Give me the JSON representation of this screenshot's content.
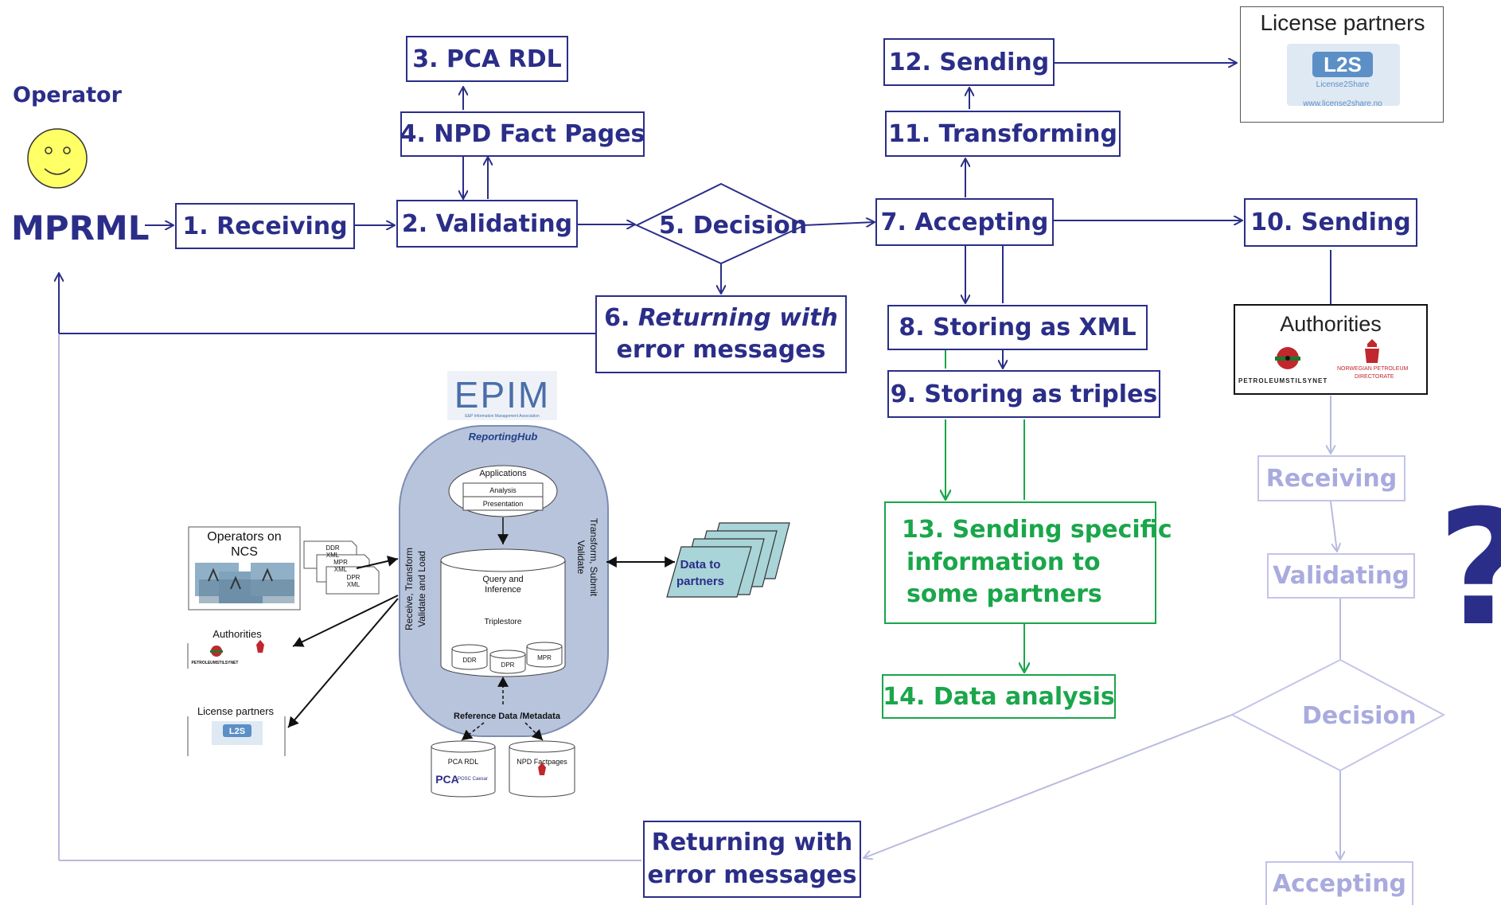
{
  "operator": {
    "label": "Operator",
    "format": "MPRML"
  },
  "steps": {
    "s1": "1. Receiving",
    "s2": "2. Validating",
    "s3": "3. PCA RDL",
    "s4": "4. NPD Fact Pages",
    "s5": "5. Decision",
    "s6_num": "6.",
    "s6_italic": "Returning with",
    "s6_line2": "error messages",
    "s7": "7. Accepting",
    "s8": "8. Storing as XML",
    "s9": "9. Storing as triples",
    "s10": "10. Sending",
    "s11": "11. Transforming",
    "s12": "12. Sending",
    "s13_line1": "13. Sending specific",
    "s13_line2": "information to",
    "s13_line3": "some partners",
    "s14": "14. Data analysis"
  },
  "license_partners": {
    "title": "License partners",
    "logo_text": "L2S",
    "logo_sub": "License2Share",
    "logo_url": "www.license2share.no"
  },
  "authorities": {
    "title": "Authorities",
    "left_logo": "PETROLEUMSTILSYNET",
    "right_logo_line1": "NORWEGIAN PETROLEUM",
    "right_logo_line2": "DIRECTORATE"
  },
  "authority_flow": {
    "receiving": "Receiving",
    "validating": "Validating",
    "decision": "Decision",
    "accepting": "Accepting",
    "returning_line1": "Returning with",
    "returning_line2": "error messages",
    "question": "?"
  },
  "epim": {
    "logo": "EPIM",
    "logo_sub": "E&P Information Management Association",
    "hub_title": "ReportingHub",
    "applications": "Applications",
    "analysis": "Analysis",
    "presentation": "Presentation",
    "query": "Query and",
    "inference": "Inference",
    "triplestore": "Triplestore",
    "ddr": "DDR",
    "dpr": "DPR",
    "mpr": "MPR",
    "left_side1": "Receive, Transform",
    "left_side2": "Validate and Load",
    "right_side1": "Transform, Submit",
    "right_side2": "Validate",
    "operators_line1": "Operators on",
    "operators_line2": "NCS",
    "doc_ddr": "DDR",
    "doc_xml1": "XML",
    "doc_mpr": "MPR",
    "doc_xml2": "XML",
    "doc_dpr": "DPR",
    "doc_xml3": "XML",
    "authorities": "Authorities",
    "license_partners": "License partners",
    "data_to1": "Data to",
    "data_to2": "partners",
    "ref_data": "Reference Data /Metadata",
    "pca_rdl": "PCA RDL",
    "posc": "POSC Caesar",
    "npd_factpages": "NPD Factpages"
  },
  "colors": {
    "primary": "#2b2e88",
    "green": "#1aa64a",
    "faded": "#c3c4ea",
    "smiley": "#ffff66"
  }
}
